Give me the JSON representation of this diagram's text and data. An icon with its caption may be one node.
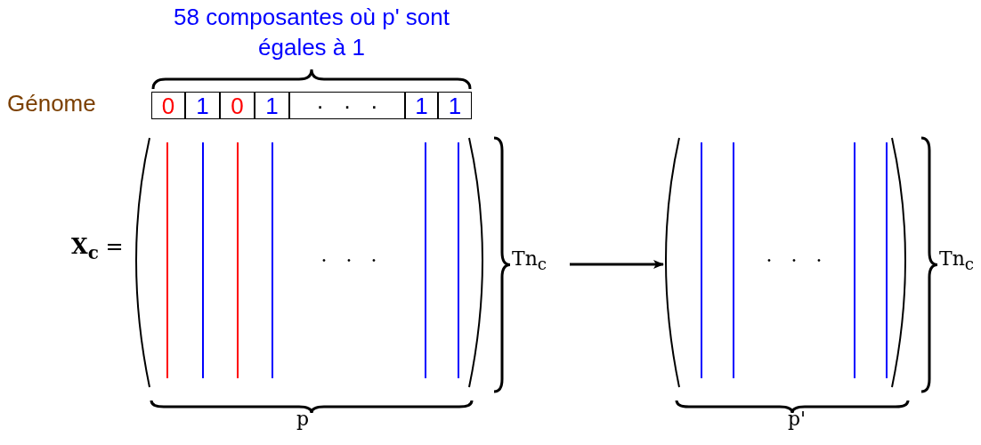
{
  "diagram": {
    "nodes": [
      {
        "text": [
          "0",
          "1",
          "0",
          "1",
          "·   ·   ·",
          "1",
          "1"
        ],
        "beside": [
          "Génome"
        ]
      },
      {
        "text": [
          "·   ·   ·",
          "Tn$_{c}$",
          "p"
        ],
        "beside": [
          "**X**$_{c}$ ="
        ]
      },
      {
        "text": [
          "·   ·   ·",
          "Tn$_{c}$",
          "p'"
        ]
      }
    ],
    "edges": [
      {
        "from": 1,
        "to": 2,
        "arrow": "to"
      }
    ],
    "labels": [
      "58 composantes où p' sont égales à 1"
    ]
  }
}
